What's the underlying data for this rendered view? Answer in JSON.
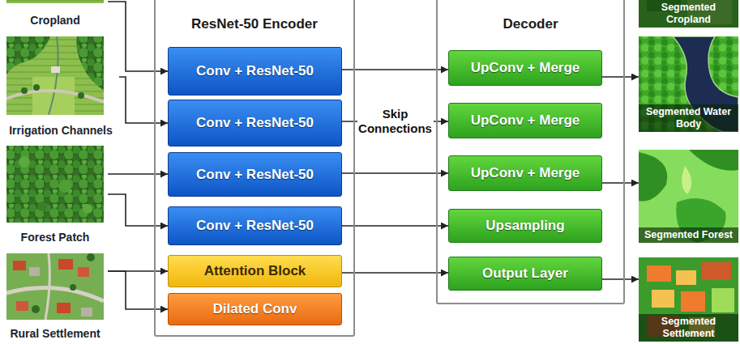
{
  "diagram": {
    "nodes": [
      {
        "text": [
          "Cropland"
        ]
      },
      {
        "text": [
          "Irrigation Channels"
        ]
      },
      {
        "text": [
          "Forest Patch"
        ]
      },
      {
        "text": [
          "Rural Settlement"
        ]
      },
      {
        "text": [
          "ResNet-50 Encoder"
        ]
      },
      {
        "text": [
          "Conv + ResNet-50"
        ],
        "in": 4
      },
      {
        "text": [
          "Conv + ResNet-50"
        ],
        "in": 4
      },
      {
        "text": [
          "Conv + ResNet-50"
        ],
        "in": 4
      },
      {
        "text": [
          "Conv + ResNet-50"
        ],
        "in": 4
      },
      {
        "text": [
          "Attention Block"
        ],
        "in": 4
      },
      {
        "text": [
          "Dilated Conv"
        ],
        "in": 4
      },
      {
        "text": [
          "Decoder"
        ]
      },
      {
        "text": [
          "UpConv + Merge"
        ],
        "in": 11
      },
      {
        "text": [
          "UpConv + Merge"
        ],
        "in": 11
      },
      {
        "text": [
          "UpConv + Merge"
        ],
        "in": 11
      },
      {
        "text": [
          "Upsampling"
        ],
        "in": 11
      },
      {
        "text": [
          "Output Layer"
        ],
        "in": 11
      },
      {
        "text": [
          "Segmented Cropland"
        ]
      },
      {
        "text": [
          "Segmented Water Body"
        ]
      },
      {
        "text": [
          "Segmented Forest"
        ]
      },
      {
        "text": [
          "Segmented Settlement"
        ]
      }
    ],
    "edges": [
      {
        "from": 0,
        "to": 5,
        "arrow": "to"
      },
      {
        "from": 1,
        "to": 6,
        "arrow": "to"
      },
      {
        "from": 2,
        "to": 7,
        "arrow": "to"
      },
      {
        "from": 2,
        "to": 8,
        "arrow": "to"
      },
      {
        "from": 3,
        "to": 9,
        "arrow": "to"
      },
      {
        "from": 3,
        "to": 10,
        "arrow": "to"
      },
      {
        "from": 5,
        "to": 12,
        "arrow": "to"
      },
      {
        "from": 6,
        "to": 13,
        "label": "Skip Connections",
        "arrow": "to"
      },
      {
        "from": 7,
        "to": 14,
        "arrow": "to"
      },
      {
        "from": 8,
        "to": 15,
        "arrow": "to"
      },
      {
        "from": 9,
        "to": 16,
        "arrow": "to"
      },
      {
        "from": 12,
        "to": 18,
        "arrow": "to"
      },
      {
        "from": 14,
        "to": 19,
        "arrow": "to"
      },
      {
        "from": 16,
        "to": 20,
        "arrow": "to"
      }
    ]
  }
}
